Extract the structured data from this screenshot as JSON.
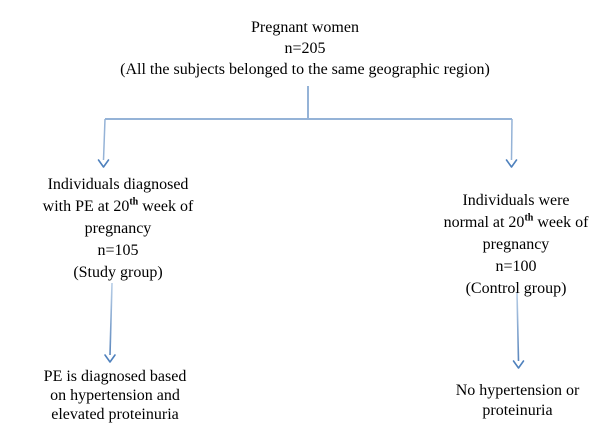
{
  "colors": {
    "background": "#ffffff",
    "text": "#000000",
    "connector": "#95b3d7",
    "arrow_head": "#4f81bd",
    "arrow_shaft_top": "#b9cfe7",
    "arrow_shaft_bottom": "#5b87bd"
  },
  "root_node": {
    "line1": "Pregnant women",
    "line2": "n=205",
    "line3": "(All the subjects belonged to the same geographic region)"
  },
  "study_node": {
    "line1": "Individuals diagnosed",
    "line2_pre": "with PE at 20",
    "line2_sup": "th",
    "line2_post": " week of",
    "line3": "pregnancy",
    "line4": "n=105",
    "line5": "(Study group)"
  },
  "control_node": {
    "line1": "Individuals were",
    "line2_pre": "normal at 20",
    "line2_sup": "th",
    "line2_post": " week of",
    "line3": "pregnancy",
    "line4": "n=100",
    "line5": "(Control group)"
  },
  "study_outcome_node": {
    "line1": "PE is diagnosed based",
    "line2": "on hypertension and",
    "line3": "elevated proteinuria"
  },
  "control_outcome_node": {
    "line1": "No hypertension or",
    "line2": "proteinuria"
  }
}
